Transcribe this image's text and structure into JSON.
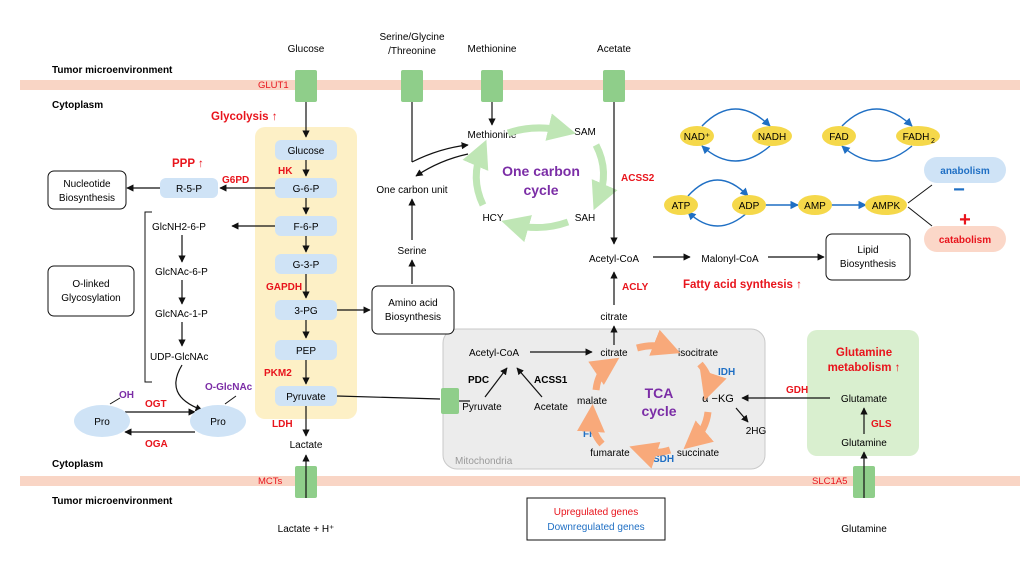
{
  "regions": {
    "tme_top": "Tumor microenvironment",
    "cyto_top": "Cytoplasm",
    "cyto_bottom": "Cytoplasm",
    "tme_bottom": "Tumor microenvironment",
    "mito": "Mitochondria"
  },
  "inputs": {
    "glucose": "Glucose",
    "serine": "Serine/Glycine",
    "serine2": "/Threonine",
    "methionine": "Methionine",
    "acetate": "Acetate",
    "lactate": "Lactate + H⁺",
    "glutamine": "Glutamine"
  },
  "transporters": {
    "glut1": "GLUT1",
    "mcts": "MCTs",
    "slc1a5": "SLC1A5"
  },
  "titles": {
    "glycolysis": "Glycolysis ↑",
    "ppp": "PPP ↑",
    "onecarbon1": "One carbon",
    "onecarbon2": "cycle",
    "tca1": "TCA",
    "tca2": "cycle",
    "fas": "Fatty acid synthesis ↑",
    "gln1": "Glutamine",
    "gln2": "metabolism ↑"
  },
  "glycolysis": {
    "glucose": "Glucose",
    "g6p": "G-6-P",
    "f6p": "F-6-P",
    "g3p": "G-3-P",
    "pg3": "3-PG",
    "pep": "PEP",
    "pyruvate": "Pyruvate",
    "lactate": "Lactate",
    "r5p": "R-5-P"
  },
  "enzymes_up": {
    "hk": "HK",
    "g6pd": "G6PD",
    "gapdh": "GAPDH",
    "pkm2": "PKM2",
    "ldh": "LDH",
    "ogt": "OGT",
    "oga": "OGA",
    "acss2": "ACSS2",
    "acly": "ACLY",
    "gdh": "GDH",
    "gls": "GLS"
  },
  "enzymes_down": {
    "idh": "IDH",
    "fh": "FH",
    "sdh": "SDH"
  },
  "enzymes_black": {
    "pdc": "PDC",
    "acss1": "ACSS1"
  },
  "hbp": {
    "glcnh2": "GlcNH2-6-P",
    "glcnac6": "GlcNAc-6-P",
    "glcnac1": "GlcNAc-1-P",
    "udp": "UDP-GlcNAc",
    "oh": "OH",
    "oglcnac": "O-GlcNAc",
    "pro": "Pro"
  },
  "boxes": {
    "nuc1": "Nucleotide",
    "nuc2": "Biosynthesis",
    "olink1": "O-linked",
    "olink2": "Glycosylation",
    "aa1": "Amino acid",
    "aa2": "Biosynthesis",
    "lipid1": "Lipid",
    "lipid2": "Biosynthesis"
  },
  "onecarbon": {
    "methionine": "Methionine",
    "sam": "SAM",
    "sah": "SAH",
    "hcy": "HCY",
    "unit": "One carbon unit",
    "serine": "Serine"
  },
  "fatty": {
    "acetylcoa": "Acetyl-CoA",
    "malonyl": "Malonyl-CoA",
    "citrate": "citrate"
  },
  "tca": {
    "acetylcoa": "Acetyl-CoA",
    "citrate": "citrate",
    "isocitrate": "isocitrate",
    "akg": "α −KG",
    "hg": "2HG",
    "succinate": "succinate",
    "fumarate": "fumarate",
    "malate": "malate",
    "pyruvate": "Pyruvate",
    "acetate": "Acetate"
  },
  "glutamine_path": {
    "glutamate": "Glutamate",
    "glutamine": "Glutamine"
  },
  "energy": {
    "nad": "NAD⁺",
    "nadh": "NADH",
    "fad": "FAD",
    "fadh2": "FADH",
    "atp": "ATP",
    "adp": "ADP",
    "amp": "AMP",
    "ampk": "AMPK",
    "anabolism": "anabolism",
    "catabolism": "catabolism",
    "minus": "−",
    "plus": "+"
  },
  "legend": {
    "up": "Upregulated genes",
    "down": "Downregulated genes"
  },
  "colors": {
    "up": "#e8141c",
    "down": "#1f6fc4",
    "purple": "#7b2da6",
    "membrane": "#f9d5c5",
    "transporter": "#8fce8a",
    "glyco_bg": "#fdf0c6",
    "node": "#cfe3f6",
    "mito": "#ececec",
    "gln_bg": "#d9efcf",
    "yellow": "#f5d84a"
  }
}
